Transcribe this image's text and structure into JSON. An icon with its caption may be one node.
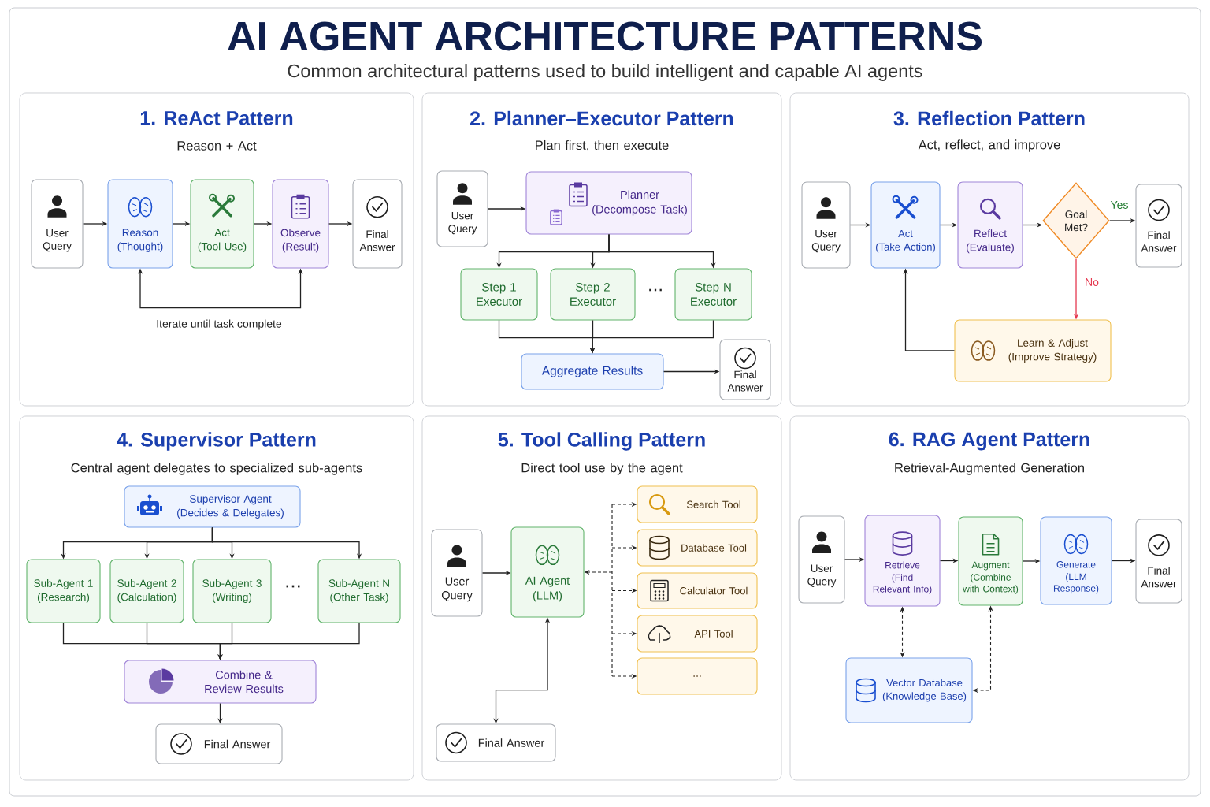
{
  "diagram": {
    "title": "AI AGENT ARCHITECTURE PATTERNS",
    "nodes": [
      {
        "text": [
          "1. ReAct Pattern",
          "Reason + Act"
        ]
      },
      {
        "text": [
          "User Query"
        ],
        "in": 0
      },
      {
        "text": [
          "Reason",
          "(Thought)"
        ],
        "in": 0
      },
      {
        "text": [
          "Act",
          "(Tool Use)"
        ],
        "in": 0
      },
      {
        "text": [
          "Observe",
          "(Result)"
        ],
        "in": 0
      },
      {
        "text": [
          "Final Answer"
        ],
        "in": 0
      },
      {
        "text": [
          "2. Planner–Executor Pattern",
          "Plan first, then execute"
        ]
      },
      {
        "text": [
          "User Query"
        ],
        "in": 6
      },
      {
        "text": [
          "Planner",
          "(Decompose Task)"
        ],
        "in": 6
      },
      {
        "text": [
          "Step 1 Executor"
        ],
        "in": 6
      },
      {
        "text": [
          "Step 2 Executor"
        ],
        "in": 6
      },
      {
        "text": [
          "Step N Executor"
        ],
        "in": 6
      },
      {
        "text": [
          "Aggregate Results"
        ],
        "in": 6
      },
      {
        "text": [
          "Final Answer"
        ],
        "in": 6
      },
      {
        "text": [
          "3. Reflection Pattern",
          "Act, reflect, and improve"
        ]
      },
      {
        "text": [
          "User Query"
        ],
        "in": 14
      },
      {
        "text": [
          "Act",
          "(Take Action)"
        ],
        "in": 14
      },
      {
        "text": [
          "Reflect",
          "(Evaluate)"
        ],
        "in": 14
      },
      {
        "text": [
          "Goal Met?"
        ],
        "in": 14
      },
      {
        "text": [
          "Final Answer"
        ],
        "in": 14
      },
      {
        "text": [
          "Learn & Adjust",
          "(Improve Strategy)"
        ],
        "in": 14
      },
      {
        "text": [
          "4. Supervisor Pattern",
          "Central agent delegates to specialized sub-agents"
        ]
      },
      {
        "text": [
          "Supervisor Agent",
          "(Decides & Delegates)"
        ],
        "in": 21
      },
      {
        "text": [
          "Sub-Agent 1",
          "(Research)"
        ],
        "in": 21
      },
      {
        "text": [
          "Sub-Agent 2",
          "(Calculation)"
        ],
        "in": 21
      },
      {
        "text": [
          "Sub-Agent 3",
          "(Writing)"
        ],
        "in": 21
      },
      {
        "text": [
          "Sub-Agent N",
          "(Other Task)"
        ],
        "in": 21
      },
      {
        "text": [
          "Combine & Review Results"
        ],
        "in": 21
      },
      {
        "text": [
          "Final Answer"
        ],
        "in": 21
      },
      {
        "text": [
          "5. Tool Calling Pattern",
          "Direct tool use by the agent"
        ]
      },
      {
        "text": [
          "User Query"
        ],
        "in": 29
      },
      {
        "text": [
          "AI Agent",
          "(LLM)"
        ],
        "in": 29
      },
      {
        "text": [
          "Search Tool"
        ],
        "in": 29
      },
      {
        "text": [
          "Database Tool"
        ],
        "in": 29
      },
      {
        "text": [
          "Calculator Tool"
        ],
        "in": 29
      },
      {
        "text": [
          "API Tool"
        ],
        "in": 29
      },
      {
        "text": [
          "..."
        ],
        "in": 29
      },
      {
        "text": [
          "Final Answer"
        ],
        "in": 29
      },
      {
        "text": [
          "6. RAG Agent Pattern",
          "Retrieval-Augmented Generation"
        ]
      },
      {
        "text": [
          "User Query"
        ],
        "in": 38
      },
      {
        "text": [
          "Retrieve",
          "(Find Relevant Info)"
        ],
        "in": 38
      },
      {
        "text": [
          "Augment",
          "(Combine with Context)"
        ],
        "in": 38
      },
      {
        "text": [
          "Generate",
          "(LLM Response)"
        ],
        "in": 38
      },
      {
        "text": [
          "Final Answer"
        ],
        "in": 38
      },
      {
        "text": [
          "Vector Database",
          "(Knowledge Base)"
        ],
        "in": 38
      }
    ],
    "edges": [
      {
        "from": 1,
        "to": 2,
        "arrow": "to"
      },
      {
        "from": 2,
        "to": 3,
        "arrow": "to"
      },
      {
        "from": 3,
        "to": 4,
        "arrow": "to"
      },
      {
        "from": 4,
        "to": 5,
        "arrow": "to"
      },
      {
        "from": 2,
        "to": 4,
        "arrow": "both",
        "label": "Iterate until task complete"
      },
      {
        "from": 7,
        "to": 8,
        "arrow": "to"
      },
      {
        "from": 8,
        "to": 9,
        "arrow": "to"
      },
      {
        "from": 8,
        "to": 10,
        "arrow": "to"
      },
      {
        "from": 8,
        "to": 11,
        "arrow": "to"
      },
      {
        "from": 9,
        "to": 12,
        "arrow": "to"
      },
      {
        "from": 10,
        "to": 12,
        "arrow": "to"
      },
      {
        "from": 11,
        "to": 12,
        "arrow": "to"
      },
      {
        "from": 12,
        "to": 13,
        "arrow": "to"
      },
      {
        "from": 15,
        "to": 16,
        "arrow": "to"
      },
      {
        "from": 16,
        "to": 17,
        "arrow": "to"
      },
      {
        "from": 17,
        "to": 18,
        "arrow": "to"
      },
      {
        "from": 18,
        "to": 19,
        "arrow": "to",
        "label": "Yes"
      },
      {
        "from": 18,
        "to": 20,
        "arrow": "to",
        "label": "No",
        "color": "#e53950"
      },
      {
        "from": 20,
        "to": 16,
        "arrow": "to"
      },
      {
        "from": 22,
        "to": 23,
        "arrow": "to"
      },
      {
        "from": 22,
        "to": 24,
        "arrow": "to"
      },
      {
        "from": 22,
        "to": 25,
        "arrow": "to"
      },
      {
        "from": 22,
        "to": 26,
        "arrow": "to"
      },
      {
        "from": 23,
        "to": 27,
        "arrow": "to"
      },
      {
        "from": 24,
        "to": 27,
        "arrow": "to"
      },
      {
        "from": 25,
        "to": 27,
        "arrow": "to"
      },
      {
        "from": 26,
        "to": 27,
        "arrow": "to"
      },
      {
        "from": 27,
        "to": 28,
        "arrow": "to"
      },
      {
        "from": 30,
        "to": 31,
        "arrow": "to"
      },
      {
        "from": 31,
        "to": 32,
        "arrow": "both",
        "style": "dashed"
      },
      {
        "from": 31,
        "to": 33,
        "arrow": "both",
        "style": "dashed"
      },
      {
        "from": 31,
        "to": 34,
        "arrow": "both",
        "style": "dashed"
      },
      {
        "from": 31,
        "to": 35,
        "arrow": "both",
        "style": "dashed"
      },
      {
        "from": 31,
        "to": 36,
        "arrow": "both",
        "style": "dashed"
      },
      {
        "from": 31,
        "to": 37,
        "arrow": "both"
      },
      {
        "from": 39,
        "to": 40,
        "arrow": "to"
      },
      {
        "from": 40,
        "to": 41,
        "arrow": "to"
      },
      {
        "from": 41,
        "to": 42,
        "arrow": "to"
      },
      {
        "from": 42,
        "to": 43,
        "arrow": "to"
      },
      {
        "from": 40,
        "to": 44,
        "arrow": "both",
        "style": "dashed"
      },
      {
        "from": 41,
        "to": 44,
        "arrow": "both",
        "style": "dashed"
      }
    ],
    "labels": [
      "Common architectural patterns used to build intelligent and capable AI agents",
      "...",
      "..."
    ]
  }
}
